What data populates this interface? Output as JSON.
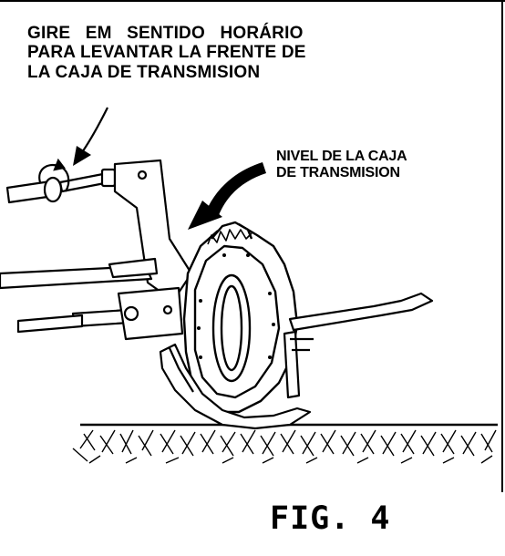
{
  "labels": {
    "turn_instruction": [
      "GIRE  EM  SENTIDO  HORÁRIO",
      "PARA LEVANTAR LA FRENTE DE",
      "LA CAJA DE TRANSMISION"
    ],
    "gearbox_level": [
      "NIVEL DE LA CAJA",
      "DE TRANSMISION"
    ],
    "figure_caption": "FIG. 4"
  },
  "icons": {
    "turn_arrow": "curved-rotation-arrow-icon",
    "pointer_arrows": "pointer-arrow-icon"
  },
  "colors": {
    "ink": "#000000",
    "paper": "#ffffff"
  }
}
